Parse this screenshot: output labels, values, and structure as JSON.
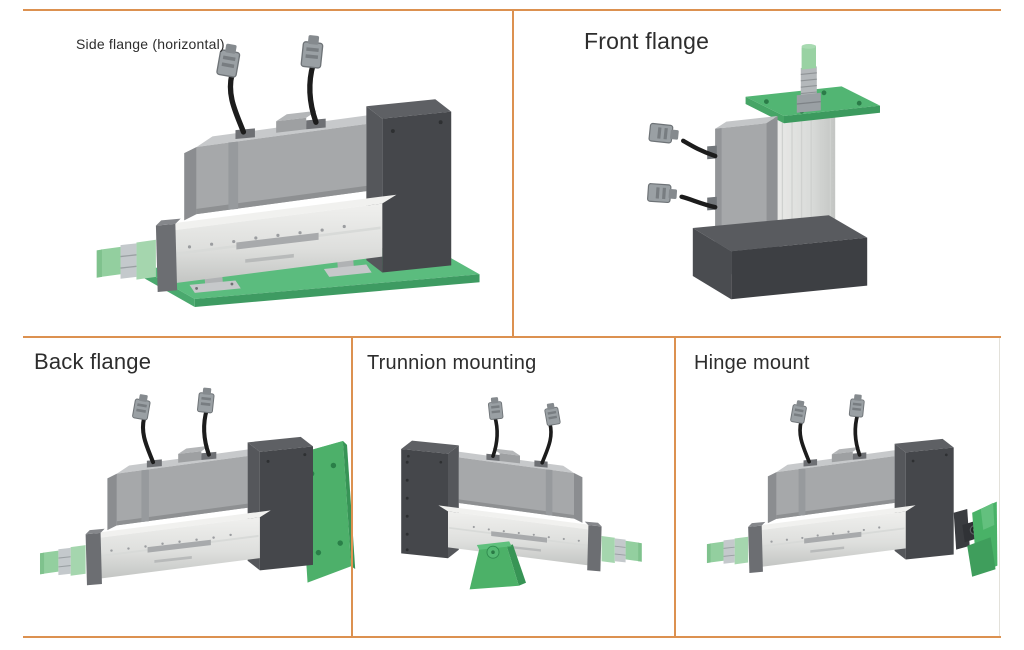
{
  "colors": {
    "accent_border": "#dc9150",
    "label": "#2d2d2d",
    "mount_green": "#4fb26e",
    "rod_green_light": "#a5d6ae",
    "machine_gray": "#a6a8aa",
    "machine_dark": "#45474b",
    "cylinder_silver": "#e5e6e4",
    "cable_black": "#1c1c1c"
  },
  "cells": [
    {
      "label": "Side flange (horizontal)",
      "illustration": "actuator-on-green-base-plate"
    },
    {
      "label": "Front flange",
      "illustration": "vertical-actuator-with-green-top-flange"
    },
    {
      "label": "Back flange",
      "illustration": "actuator-with-green-rear-flange-plate"
    },
    {
      "label": "Trunnion mounting",
      "illustration": "actuator-with-green-trunnion-bracket"
    },
    {
      "label": "Hinge mount",
      "illustration": "actuator-with-green-hinge-bracket"
    }
  ]
}
